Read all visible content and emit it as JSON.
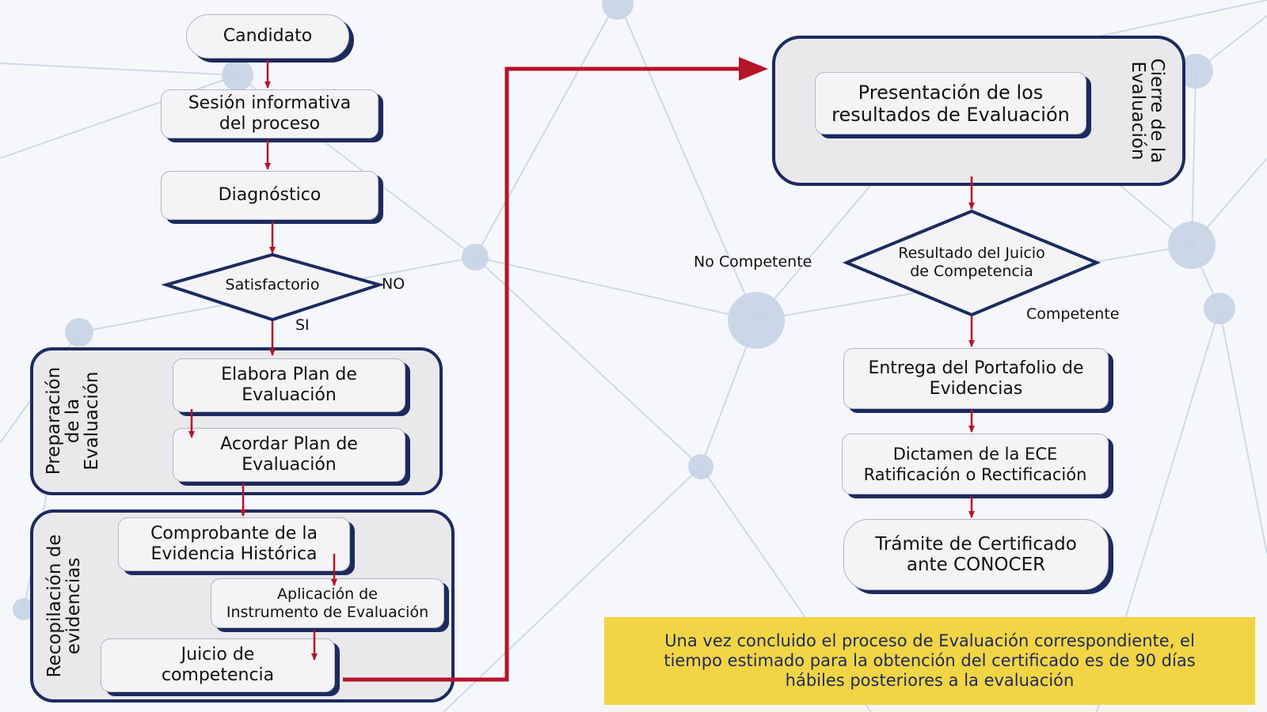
{
  "flow": {
    "candidato": "Candidato",
    "sesion": "Sesión informativa\ndel proceso",
    "diagnostico": "Diagnóstico",
    "decision1": "Satisfactorio",
    "decision1_no": "NO",
    "decision1_si": "SI",
    "group_preparacion": "Preparación\nde la\nEvaluación",
    "elabora": "Elabora Plan de\nEvaluación",
    "acordar": "Acordar Plan de\nEvaluación",
    "group_recopilacion": "Recopilación de\nevidencias",
    "comprobante": "Comprobante de la\nEvidencia Histórica",
    "aplicacion": "Aplicación de\nInstrumento de Evaluación",
    "juicio": "Juicio de\ncompetencia",
    "group_cierre": "Cierre de la\nEvaluación",
    "presentacion": "Presentación de los\nresultados de Evaluación",
    "decision2": "Resultado del Juicio\nde Competencia",
    "no_competente": "No Competente",
    "competente": "Competente",
    "entrega": "Entrega del Portafolio de\nEvidencias",
    "dictamen": "Dictamen de la ECE\nRatificación o Rectificación",
    "tramite": "Trámite de Certificado\nante CONOCER"
  },
  "note": "Una vez concluido el proceso de Evaluación correspondiente, el\ntiempo estimado para la obtención del certificado es de 90 días\nhábiles posteriores a la evaluación",
  "colors": {
    "arrow": "#b5142a",
    "border": "#1c2a5e",
    "note_bg": "#f2d544"
  }
}
